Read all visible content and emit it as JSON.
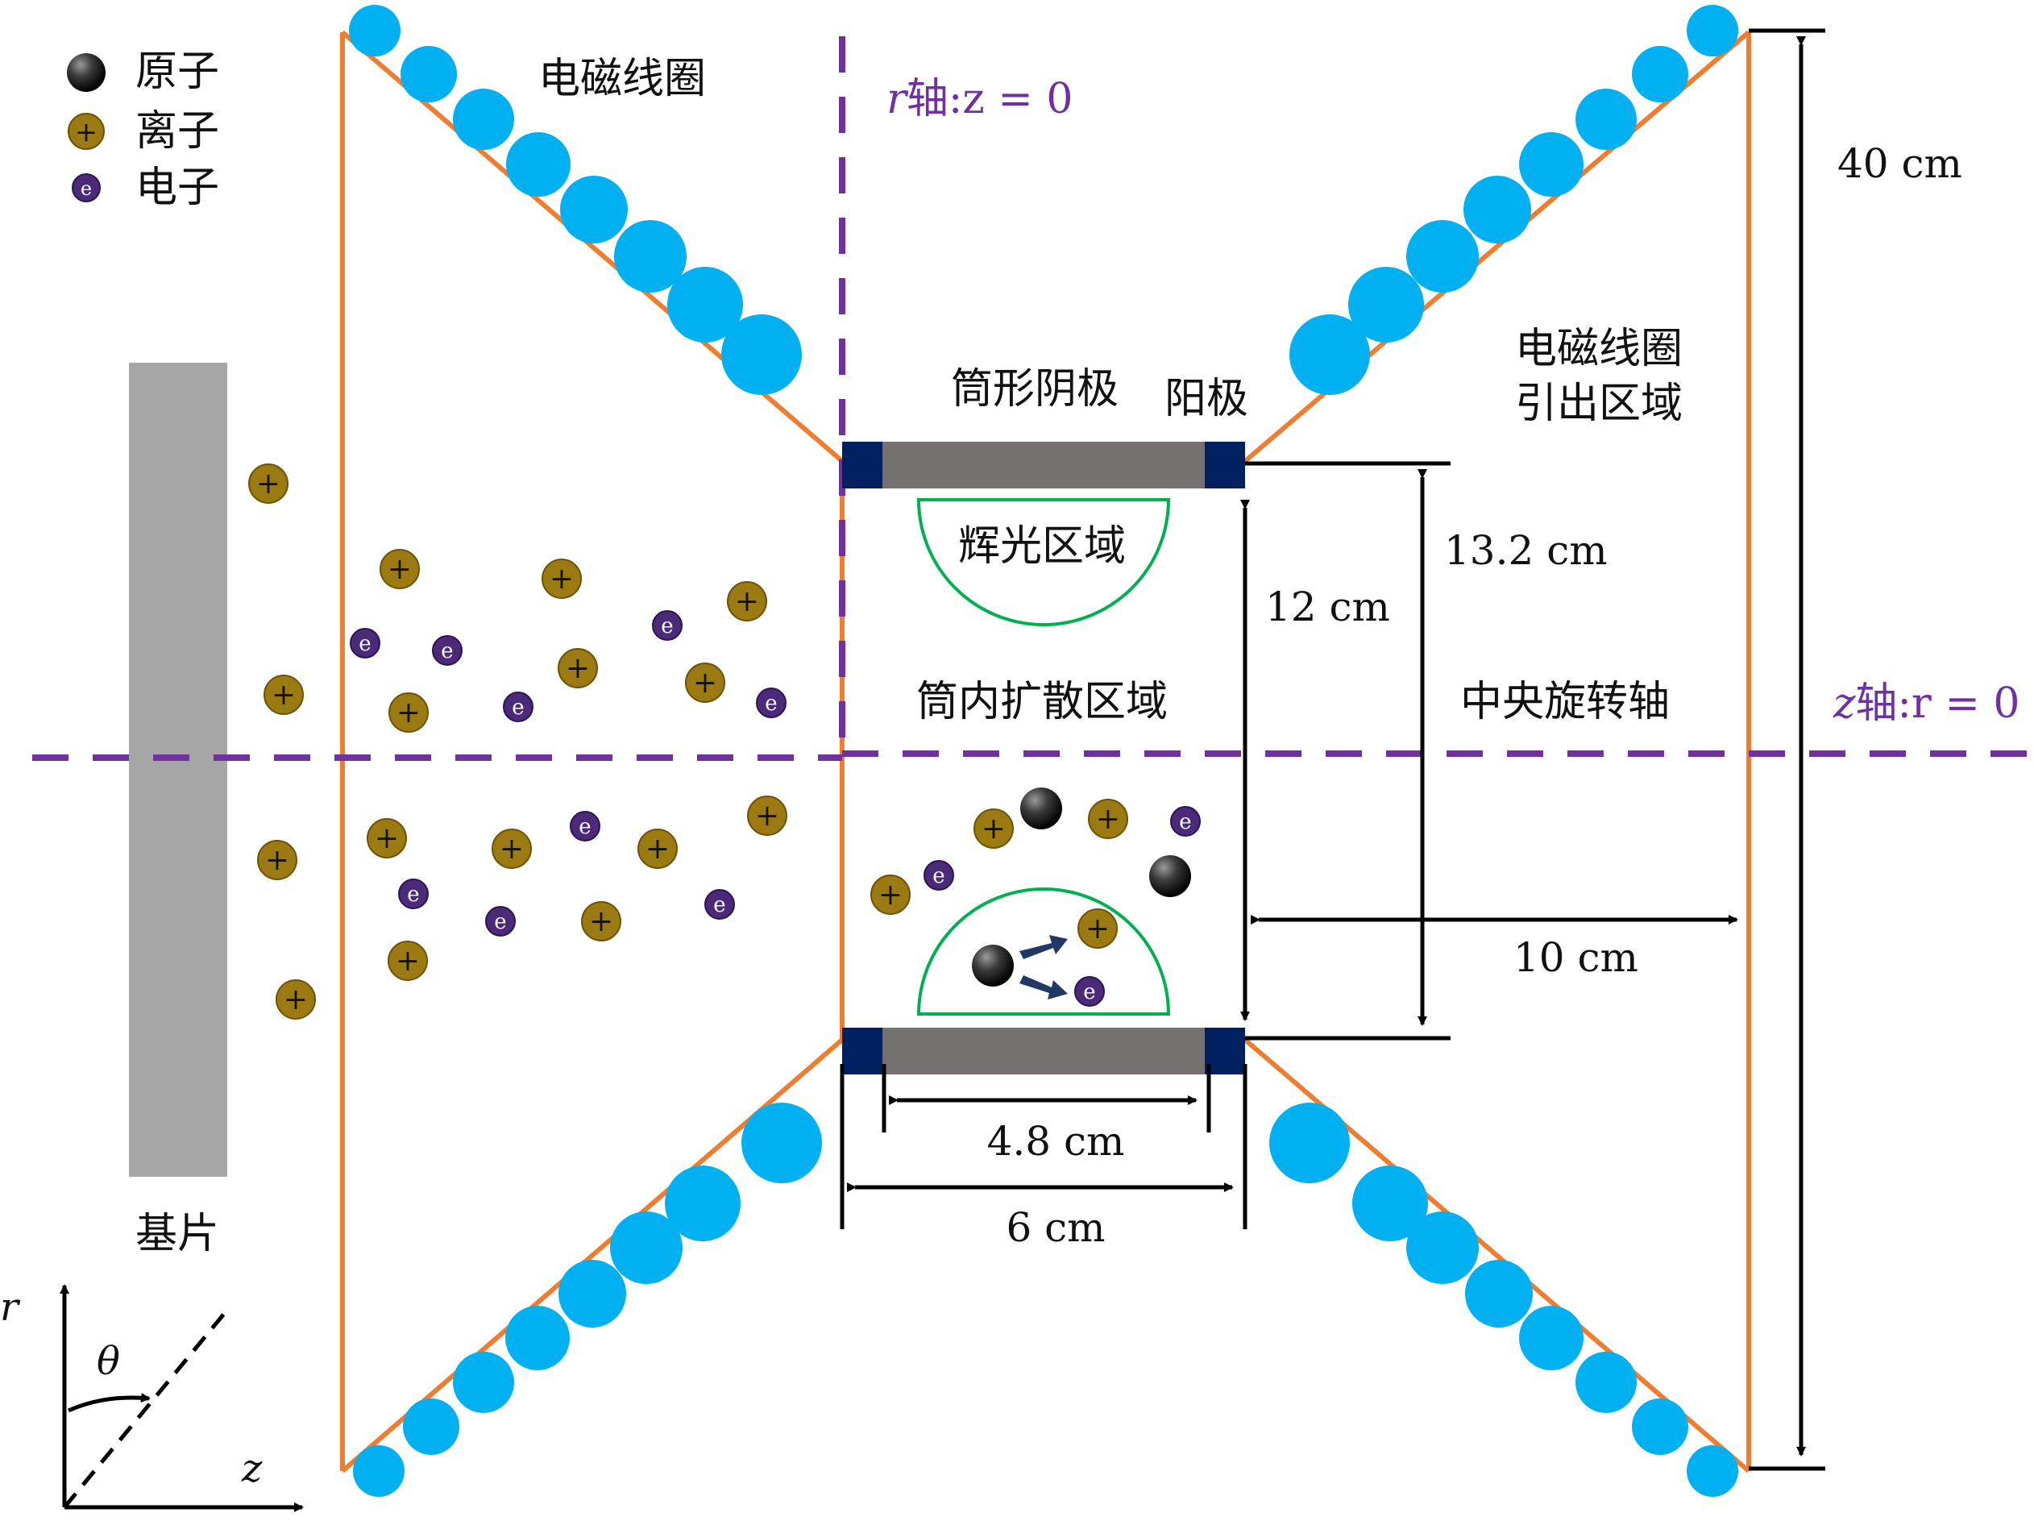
{
  "legend": {
    "atom": "原子",
    "ion": "离子",
    "electron": "电子"
  },
  "labels": {
    "coil_left": "电磁线圈",
    "coil_right_line1": "电磁线圈",
    "coil_right_line2": "引出区域",
    "cathode": "筒形阴极",
    "anode": "阳极",
    "glow_region": "辉光区域",
    "diffusion_region": "筒内扩散区域",
    "central_axis": "中央旋转轴",
    "substrate": "基片",
    "r_axis_var": "r",
    "r_axis_eq": "轴:z = 0",
    "z_axis_var": "z",
    "z_axis_eq": "轴:r = 0"
  },
  "dimensions": {
    "height_40": "40 cm",
    "height_13_2": "13.2 cm",
    "height_12": "12 cm",
    "width_10": "10 cm",
    "width_4_8": "4.8 cm",
    "width_6": "6 cm"
  },
  "coords": {
    "r": "r",
    "z": "z",
    "theta": "θ"
  },
  "symbols": {
    "ion": "+",
    "electron": "e"
  },
  "colors": {
    "coil": "#00b0f0",
    "frame": "#ed7d31",
    "axis": "#7030a0",
    "cathode": "#757171",
    "anode": "#002060",
    "glow": "#00b050",
    "ion": "#9c7a12",
    "electron": "#4b2a7a",
    "atom": "#2a2a2a",
    "substrate": "#a6a6a6"
  }
}
